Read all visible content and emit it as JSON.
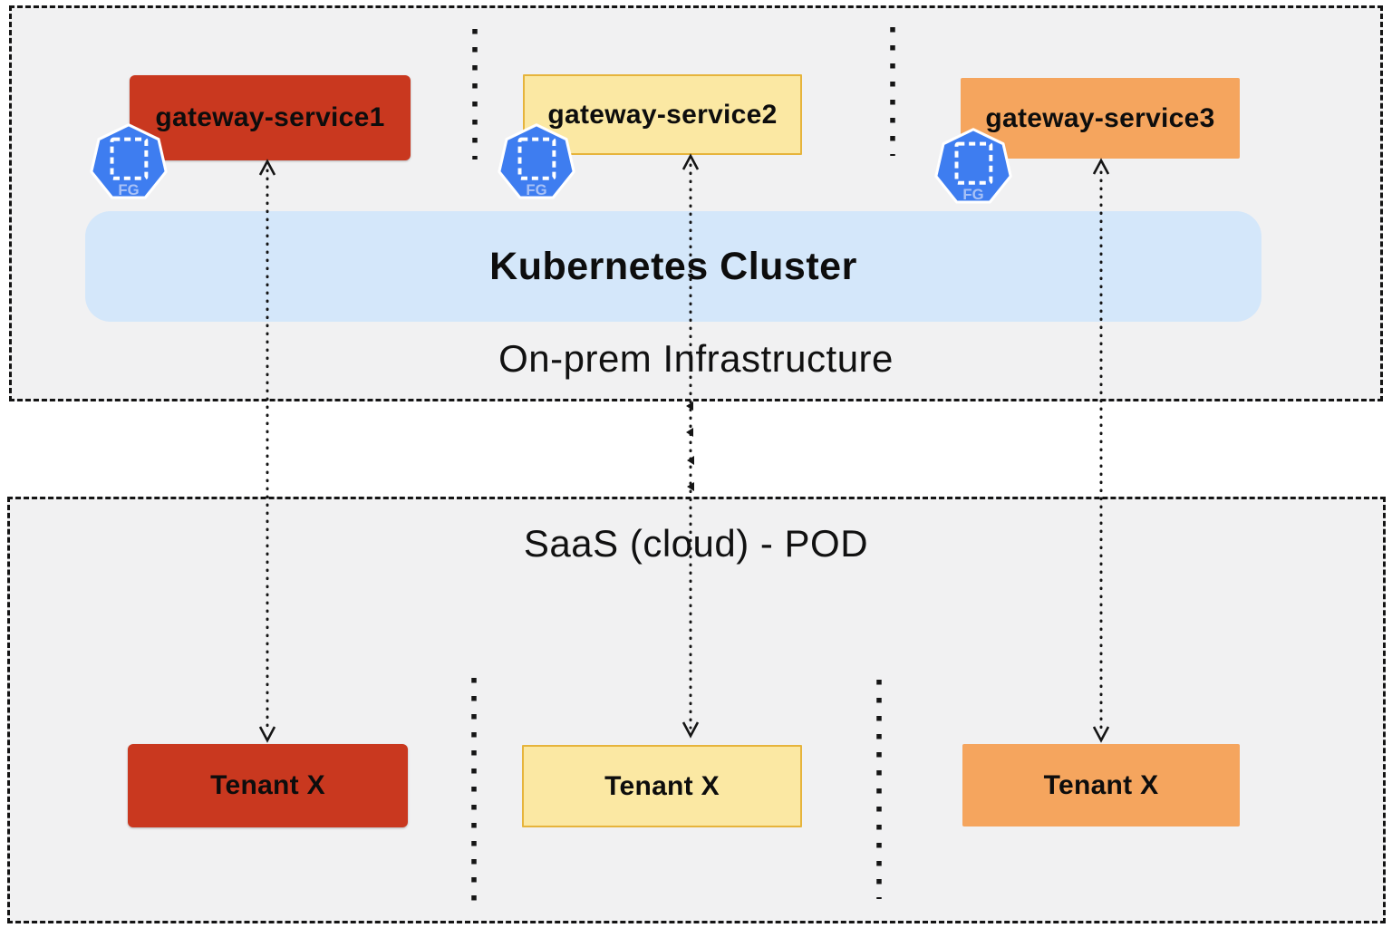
{
  "onprem": {
    "label": "On-prem Infrastructure",
    "cluster_label": "Kubernetes Cluster",
    "gateways": [
      {
        "label": "gateway-service1",
        "color": "#c9381f"
      },
      {
        "label": "gateway-service2",
        "color": "#fbe8a3",
        "border_color": "#e6b43c"
      },
      {
        "label": "gateway-service3",
        "color": "#f5a55e"
      }
    ],
    "gateway_icon": {
      "name": "fg-heptagon-icon",
      "label": "FG",
      "color": "#3e7df0"
    }
  },
  "saas": {
    "label": "SaaS (cloud) - POD",
    "tenants": [
      {
        "label": "Tenant X",
        "color": "#c9381f"
      },
      {
        "label": "Tenant X",
        "color": "#fbe8a3",
        "border_color": "#e6b43c"
      },
      {
        "label": "Tenant X",
        "color": "#f5a55e"
      }
    ]
  },
  "colors": {
    "zone_background": "#f1f1f2",
    "zone_border": "#141414",
    "cluster_band": "#d4e7fa",
    "icon_blue": "#3e7df0",
    "icon_label": "#a9c2f6",
    "connector_line": "#151515"
  }
}
